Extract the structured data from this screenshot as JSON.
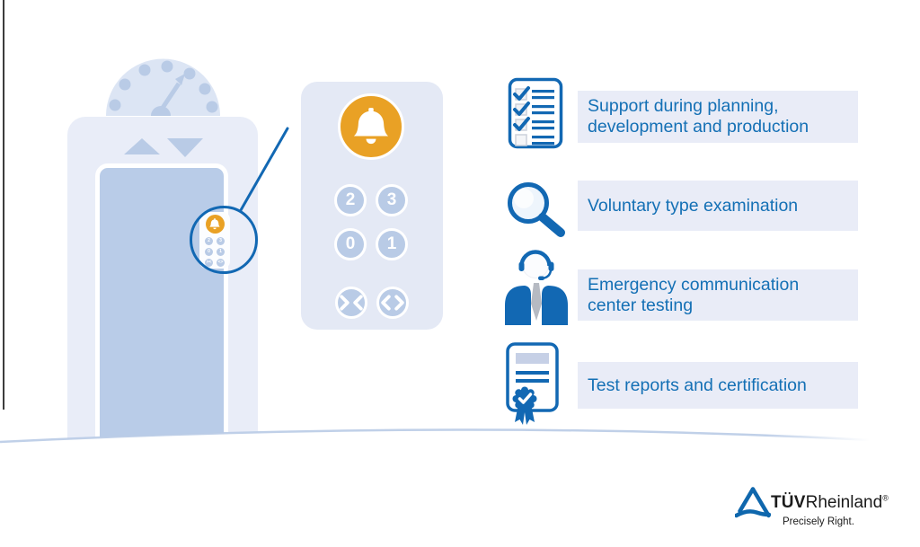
{
  "illustration": {
    "elevator": {
      "gauge_icon": "floor-indicator-gauge",
      "up_icon": "up-arrow",
      "down_icon": "down-arrow",
      "mini_panel_bell_icon": "bell-icon",
      "zoom_circle": "magnifier-callout-circle"
    },
    "panel": {
      "bell_icon": "bell-icon",
      "floor_buttons": [
        "2",
        "3",
        "0",
        "1"
      ],
      "door_close_icon": "door-close-icon",
      "door_open_icon": "door-open-icon"
    }
  },
  "services": [
    {
      "icon": "checklist-icon",
      "label": "Support during planning,\ndevelopment and production"
    },
    {
      "icon": "magnifier-icon",
      "label": "Voluntary type examination"
    },
    {
      "icon": "call-center-agent-icon",
      "label": "Emergency communication\ncenter testing"
    },
    {
      "icon": "certificate-icon",
      "label": "Test reports and certification"
    }
  ],
  "logo": {
    "brand_bold": "TÜV",
    "brand_regular": "Rheinland",
    "registered": "®",
    "tagline": "Precisely Right."
  },
  "colors": {
    "brand_blue": "#1268b3",
    "text_blue": "#1470b5",
    "accent_orange": "#e9a125",
    "mid_blue": "#b9cbe6",
    "light_panel": "#e4e9f5",
    "box_background": "#e9ecf7"
  }
}
